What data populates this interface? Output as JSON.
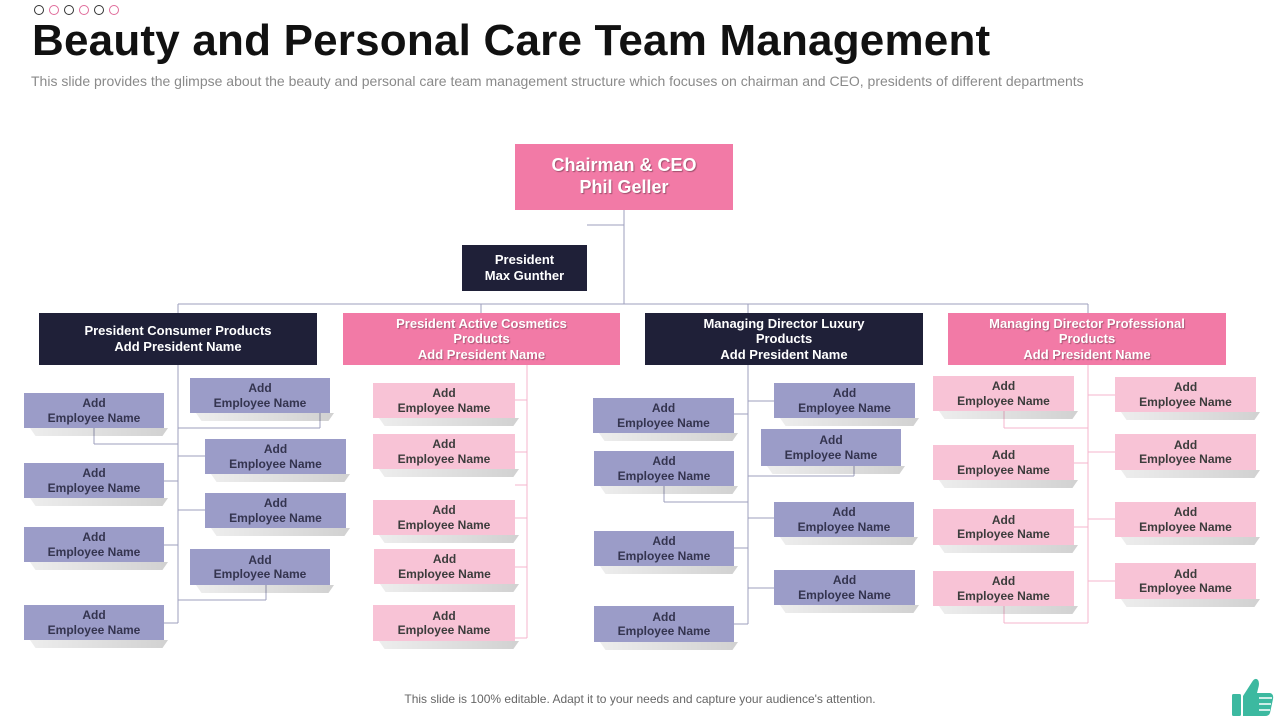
{
  "header": {
    "title": "Beauty and Personal Care Team Management",
    "subtitle": "This slide provides the glimpse about the beauty and personal care team management structure which focuses on chairman and CEO, presidents of different departments"
  },
  "footer": {
    "text": "This slide is 100% editable. Adapt it to your needs and capture your audience's attention."
  },
  "colors": {
    "pink": "#f27aa6",
    "navy": "#1f2038",
    "employee_purple": "#9b9cc8",
    "employee_pink": "#f8c3d6",
    "connector": "#9d9fbd"
  },
  "chairman": {
    "line1": "Chairman & CEO",
    "line2": "Phil Geller"
  },
  "president": {
    "line1": "President",
    "line2": "Max Gunther"
  },
  "departments": [
    {
      "line1": "President Consumer Products",
      "line2": "Add President Name",
      "line3": ""
    },
    {
      "line1": "President Active Cosmetics",
      "line2": "Products",
      "line3": "Add President Name"
    },
    {
      "line1": "Managing Director Luxury",
      "line2": "Products",
      "line3": "Add President Name"
    },
    {
      "line1": "Managing Director Professional",
      "line2": "Products",
      "line3": "Add President Name"
    }
  ],
  "employee": {
    "line1": "Add",
    "line2": "Employee Name"
  },
  "icons": [
    "pagination-dots-icon",
    "thumbs-up-icon"
  ]
}
